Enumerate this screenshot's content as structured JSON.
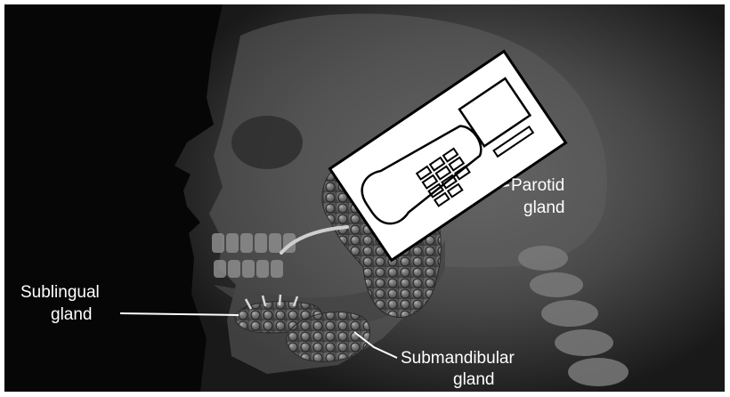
{
  "figure": {
    "labels": {
      "parotid_line1": "Parotid",
      "parotid_line2": "gland",
      "sublingual_line1": "Sublingual",
      "sublingual_line2": "gland",
      "submandibular_line1": "Submandibular",
      "submandibular_line2": "gland"
    },
    "icon_names": [
      "skull-illustration",
      "parotid-gland",
      "sublingual-gland",
      "submandibular-gland",
      "mobile-phone-icon",
      "cervical-spine"
    ],
    "colors": {
      "background": "#060606",
      "frame": "#ffffff",
      "gland": "#6b6b6b",
      "label_text": "#ffffff",
      "phone_body": "#ffffff"
    }
  }
}
